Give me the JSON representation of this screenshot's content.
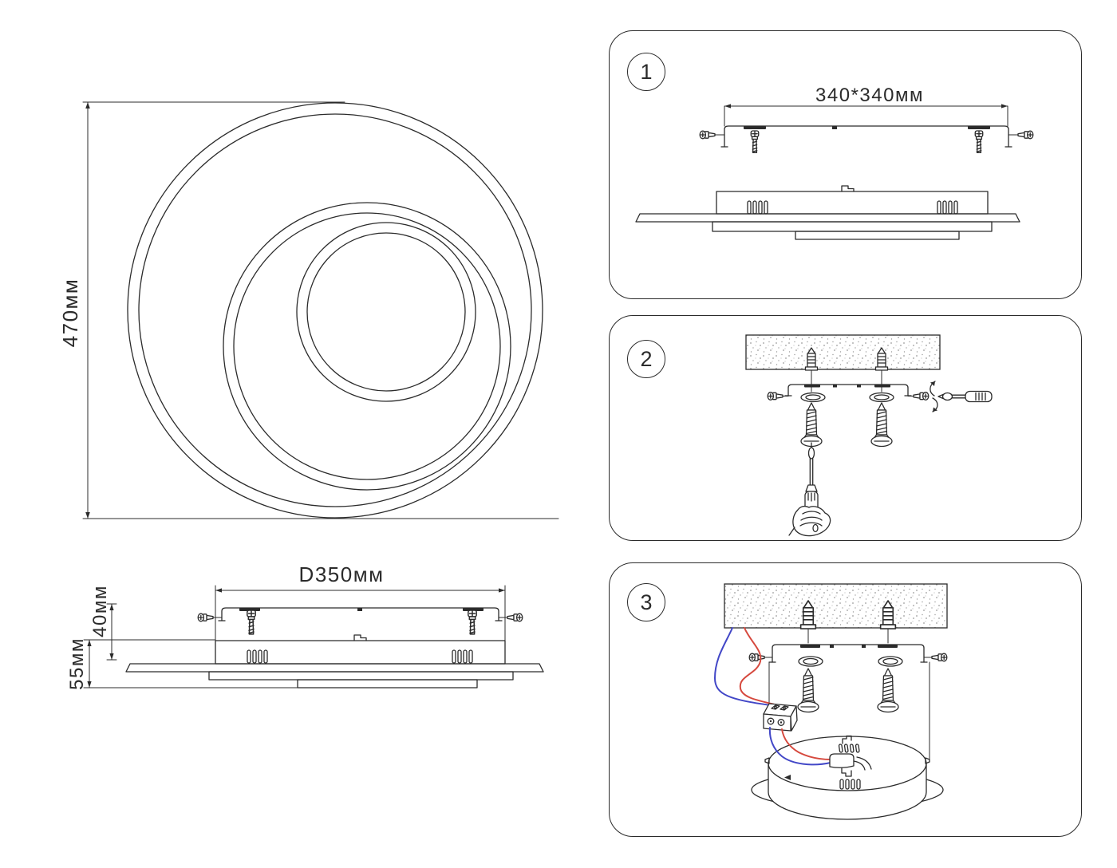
{
  "colors": {
    "line": "#2b2b2b",
    "wire_red": "#d6493e",
    "wire_blue": "#4247c7",
    "stipple": "#9b9b9b"
  },
  "top_view": {
    "diameter_label": "470мм"
  },
  "side_view": {
    "diameter_label": "D350мм",
    "upper_height_label": "40мм",
    "total_height_label": "55мм"
  },
  "steps": [
    {
      "number": "1",
      "mounting_plate_label": "340*340мм"
    },
    {
      "number": "2"
    },
    {
      "number": "3"
    }
  ]
}
